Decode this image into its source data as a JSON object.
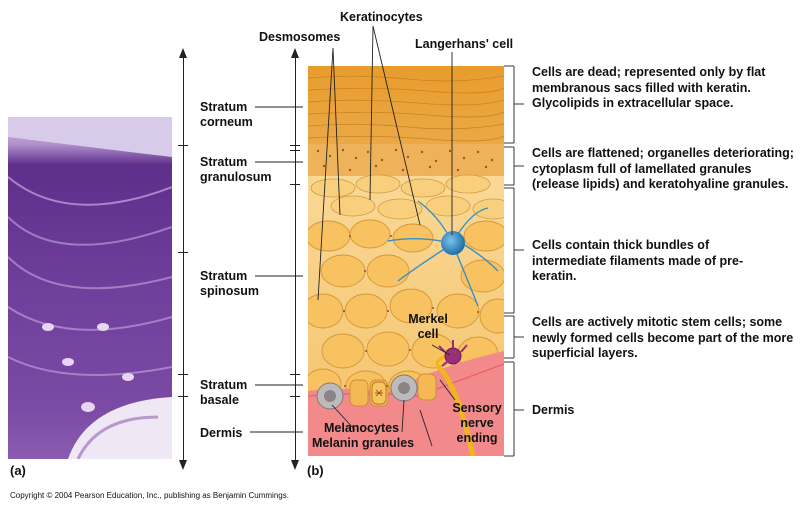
{
  "panel_a": {
    "letter": "(a)"
  },
  "panel_b": {
    "letter": "(b)"
  },
  "layers": [
    {
      "line1": "Stratum",
      "line2": "corneum"
    },
    {
      "line1": "Stratum",
      "line2": "granulosum"
    },
    {
      "line1": "Stratum",
      "line2": "spinosum"
    },
    {
      "line1": "Stratum",
      "line2": "basale"
    },
    {
      "line1": "Dermis",
      "line2": ""
    }
  ],
  "top_labels": {
    "desmosomes": "Desmosomes",
    "keratinocytes": "Keratinocytes",
    "langerhans": "Langerhans' cell"
  },
  "inner_labels": {
    "merkel_1": "Merkel",
    "merkel_2": "cell",
    "sensory_1": "Sensory",
    "sensory_2": "nerve",
    "sensory_3": "ending",
    "melanocytes": "Melanocytes",
    "melanin": "Melanin granules"
  },
  "descriptions": [
    "Cells are dead; represented only by flat membranous sacs filled with keratin. Glycolipids in extracellular space.",
    "Cells are flattened; organelles deteriorating; cytoplasm full of lamellated granules (release lipids) and keratohyaline granules.",
    "Cells contain thick bundles of intermediate filaments made of pre-keratin.",
    "Cells are actively mitotic stem cells; some newly formed cells become part of the more superficial layers.",
    "Dermis"
  ],
  "copyright": "Copyright © 2004 Pearson Education, Inc., publishing as Benjamin Cummings.",
  "colors": {
    "corneum": "#e7a53b",
    "granulosum": "#efb860",
    "cell": "#f6c466",
    "cell_edge": "#d89a3a",
    "dermis": "#f0888c",
    "langerhans": "#3a9ad0",
    "merkel": "#9a2f78",
    "nerve": "#f2b51c",
    "micro_bg": "#6c3e94",
    "micro_light": "#b893d4"
  }
}
